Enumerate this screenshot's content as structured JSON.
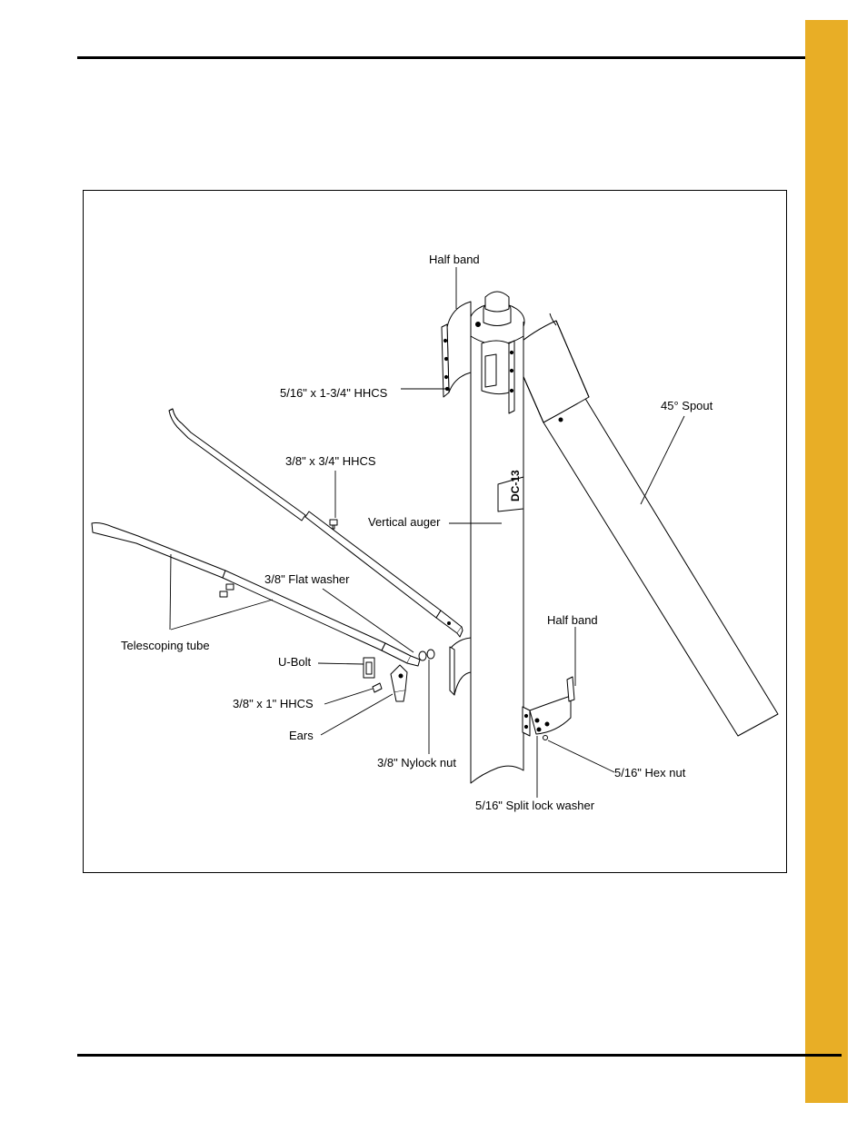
{
  "page": {
    "accent_color": "#E8AE26"
  },
  "figure": {
    "labels": {
      "half_band_top": "Half band",
      "hhcs_5_16_x_1_3_4": "5/16\" x 1-3/4\" HHCS",
      "spout_45": "45° Spout",
      "hhcs_3_8_x_3_4": "3/8\" x 3/4\" HHCS",
      "vertical_auger": "Vertical auger",
      "flat_washer_3_8": "3/8\" Flat washer",
      "half_band_bottom": "Half band",
      "telescoping_tube": "Telescoping tube",
      "u_bolt": "U-Bolt",
      "hhcs_3_8_x_1": "3/8\" x 1\" HHCS",
      "ears": "Ears",
      "nylock_nut_3_8": "3/8\" Nylock nut",
      "hex_nut_5_16": "5/16\" Hex nut",
      "split_lock_washer_5_16": "5/16\" Split lock washer"
    },
    "auger_stencil": "DC-13"
  }
}
